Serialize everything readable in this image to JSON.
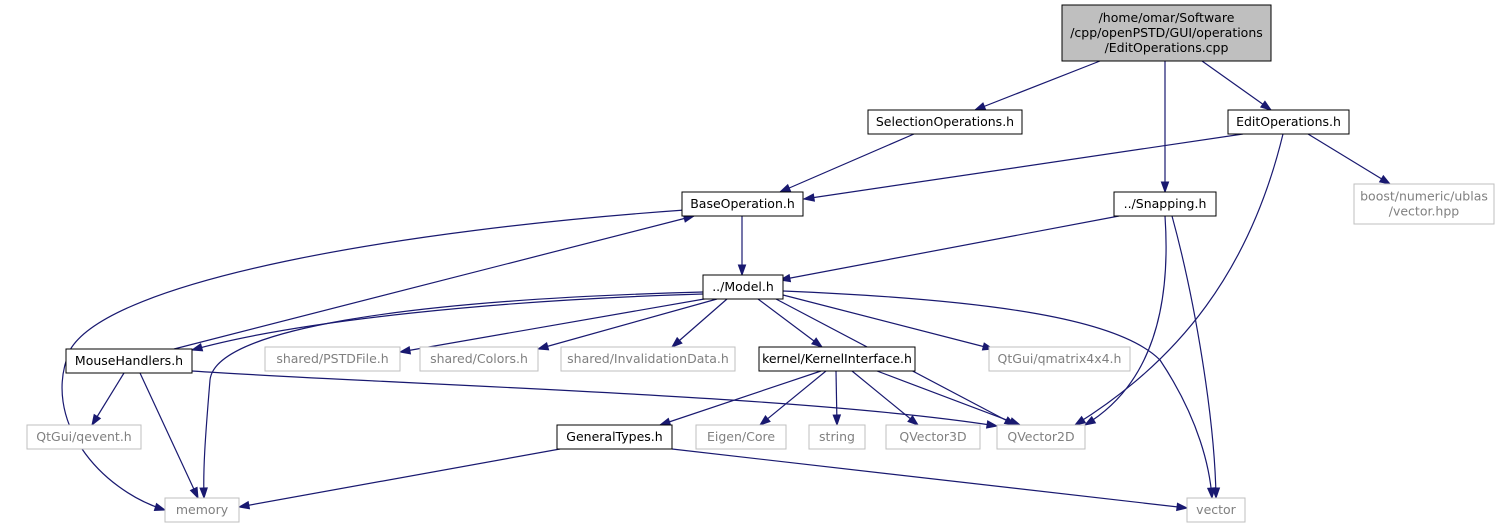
{
  "nodes": [
    {
      "id": "root",
      "lines": [
        "/home/omar/Software",
        "/cpp/openPSTD/GUI/operations",
        "/EditOperations.cpp"
      ],
      "kind": "root"
    },
    {
      "id": "selops",
      "lines": [
        "SelectionOperations.h"
      ],
      "kind": "doc"
    },
    {
      "id": "editops",
      "lines": [
        "EditOperations.h"
      ],
      "kind": "doc"
    },
    {
      "id": "snapping",
      "lines": [
        "../Snapping.h"
      ],
      "kind": "doc"
    },
    {
      "id": "boost",
      "lines": [
        "boost/numeric/ublas",
        "/vector.hpp"
      ],
      "kind": "external"
    },
    {
      "id": "baseop",
      "lines": [
        "BaseOperation.h"
      ],
      "kind": "doc"
    },
    {
      "id": "model",
      "lines": [
        "../Model.h"
      ],
      "kind": "doc"
    },
    {
      "id": "mouse",
      "lines": [
        "MouseHandlers.h"
      ],
      "kind": "doc"
    },
    {
      "id": "pstdfile",
      "lines": [
        "shared/PSTDFile.h"
      ],
      "kind": "external"
    },
    {
      "id": "colors",
      "lines": [
        "shared/Colors.h"
      ],
      "kind": "external"
    },
    {
      "id": "invalidation",
      "lines": [
        "shared/InvalidationData.h"
      ],
      "kind": "external"
    },
    {
      "id": "kernel",
      "lines": [
        "kernel/KernelInterface.h"
      ],
      "kind": "doc"
    },
    {
      "id": "qmatrix",
      "lines": [
        "QtGui/qmatrix4x4.h"
      ],
      "kind": "external"
    },
    {
      "id": "qevent",
      "lines": [
        "QtGui/qevent.h"
      ],
      "kind": "external"
    },
    {
      "id": "generaltypes",
      "lines": [
        "GeneralTypes.h"
      ],
      "kind": "doc"
    },
    {
      "id": "eigen",
      "lines": [
        "Eigen/Core"
      ],
      "kind": "external"
    },
    {
      "id": "string",
      "lines": [
        "string"
      ],
      "kind": "external"
    },
    {
      "id": "qvector3d",
      "lines": [
        "QVector3D"
      ],
      "kind": "external"
    },
    {
      "id": "qvector2d",
      "lines": [
        "QVector2D"
      ],
      "kind": "external"
    },
    {
      "id": "memory",
      "lines": [
        "memory"
      ],
      "kind": "external"
    },
    {
      "id": "vector",
      "lines": [
        "vector"
      ],
      "kind": "external"
    }
  ],
  "edges": [
    {
      "from": "root",
      "to": "selops"
    },
    {
      "from": "root",
      "to": "snapping"
    },
    {
      "from": "root",
      "to": "editops"
    },
    {
      "from": "selops",
      "to": "baseop"
    },
    {
      "from": "editops",
      "to": "baseop"
    },
    {
      "from": "editops",
      "to": "boost"
    },
    {
      "from": "editops",
      "to": "qvector2d"
    },
    {
      "from": "snapping",
      "to": "model"
    },
    {
      "from": "snapping",
      "to": "qvector2d"
    },
    {
      "from": "snapping",
      "to": "vector"
    },
    {
      "from": "baseop",
      "to": "model"
    },
    {
      "from": "baseop",
      "to": "memory"
    },
    {
      "from": "mouse",
      "to": "baseop"
    },
    {
      "from": "model",
      "to": "mouse"
    },
    {
      "from": "model",
      "to": "pstdfile"
    },
    {
      "from": "model",
      "to": "colors"
    },
    {
      "from": "model",
      "to": "invalidation"
    },
    {
      "from": "model",
      "to": "kernel"
    },
    {
      "from": "model",
      "to": "qmatrix"
    },
    {
      "from": "model",
      "to": "qvector2d"
    },
    {
      "from": "model",
      "to": "memory"
    },
    {
      "from": "model",
      "to": "vector"
    },
    {
      "from": "mouse",
      "to": "qevent"
    },
    {
      "from": "mouse",
      "to": "memory"
    },
    {
      "from": "mouse",
      "to": "qvector2d"
    },
    {
      "from": "kernel",
      "to": "generaltypes"
    },
    {
      "from": "kernel",
      "to": "eigen"
    },
    {
      "from": "kernel",
      "to": "string"
    },
    {
      "from": "kernel",
      "to": "qvector3d"
    },
    {
      "from": "kernel",
      "to": "qvector2d"
    },
    {
      "from": "generaltypes",
      "to": "memory"
    },
    {
      "from": "generaltypes",
      "to": "vector"
    }
  ]
}
